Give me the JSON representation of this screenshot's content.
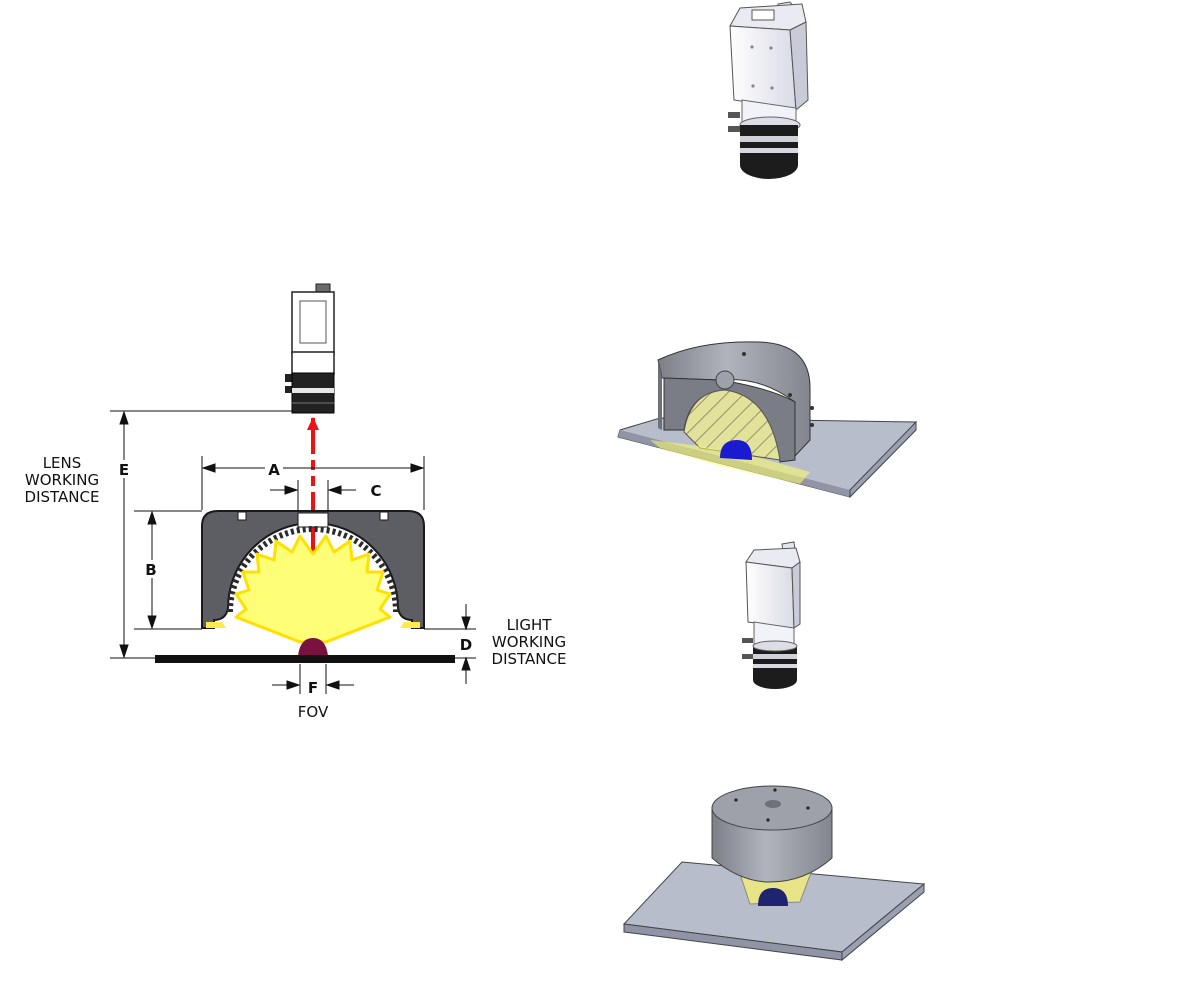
{
  "dimension_labels": {
    "a": "A",
    "b": "B",
    "c": "C",
    "d": "D",
    "e": "E",
    "f": "F"
  },
  "annotations": {
    "lens_working_distance": [
      "LENS",
      "WORKING",
      "DISTANCE"
    ],
    "light_working_distance": [
      "LIGHT",
      "WORKING",
      "DISTANCE"
    ],
    "fov": "FOV"
  },
  "colors": {
    "light_rays": "#ffff66",
    "light_outline": "#ffd700",
    "optical_axis": "#ee1111",
    "housing": "#5d5d64",
    "target": "#7a1240",
    "blue_target": "#1a1ad0",
    "plate": "#b8bdcc"
  }
}
